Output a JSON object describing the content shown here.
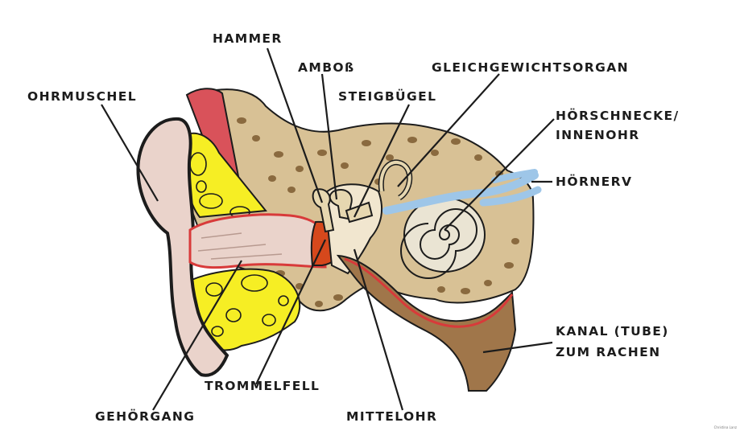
{
  "labels": {
    "hammer": "HAMMER",
    "amboss": "AMBOß",
    "gleichgewichtsorgan": "GLEICHGEWICHTSORGAN",
    "ohrmuschel": "OHRMUSCHEL",
    "steigbuegel": "STEIGBÜGEL",
    "hoerschnecke_line1": "HÖRSCHNECKE/",
    "hoerschnecke_line2": "INNENOHR",
    "hoernerv": "HÖRNERV",
    "kanal_line1": "KANAL (TUBE)",
    "kanal_line2": "ZUM RACHEN",
    "trommelfell": "TROMMELFELL",
    "gehoergang": "GEHÖRGANG",
    "mittelohr": "MITTELOHR"
  },
  "credit": "Christina Lanz",
  "colors": {
    "bone": "#d8c195",
    "bone_spot": "#8a6a3f",
    "skin": "#ead3cb",
    "fat": "#f6ee24",
    "muscle": "#d9525a",
    "canal_red": "#d83a3a",
    "eardrum": "#d6481c",
    "nerve": "#9ec6e8",
    "cochlea": "#eae4d3",
    "tube": "#a0764a",
    "outline": "#1c1c1c"
  }
}
